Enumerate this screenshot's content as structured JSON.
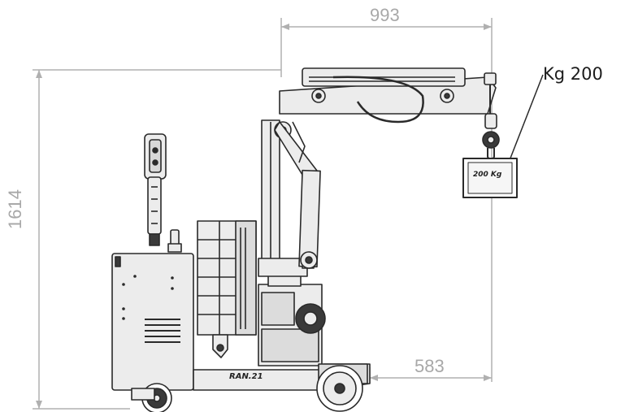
{
  "dimensions": {
    "width_label": "993",
    "height_label": "1614",
    "reach_label": "583"
  },
  "load": {
    "callout_label": "Kg 200",
    "weight_plate_label": "200 Kg"
  },
  "machine": {
    "chassis_plate_label": "RAN.21"
  },
  "colors": {
    "dimension_line": "#b0b0b0",
    "outline": "#2a2a2a",
    "body_fill": "#ececec",
    "dark_fill": "#3a3a3a"
  }
}
